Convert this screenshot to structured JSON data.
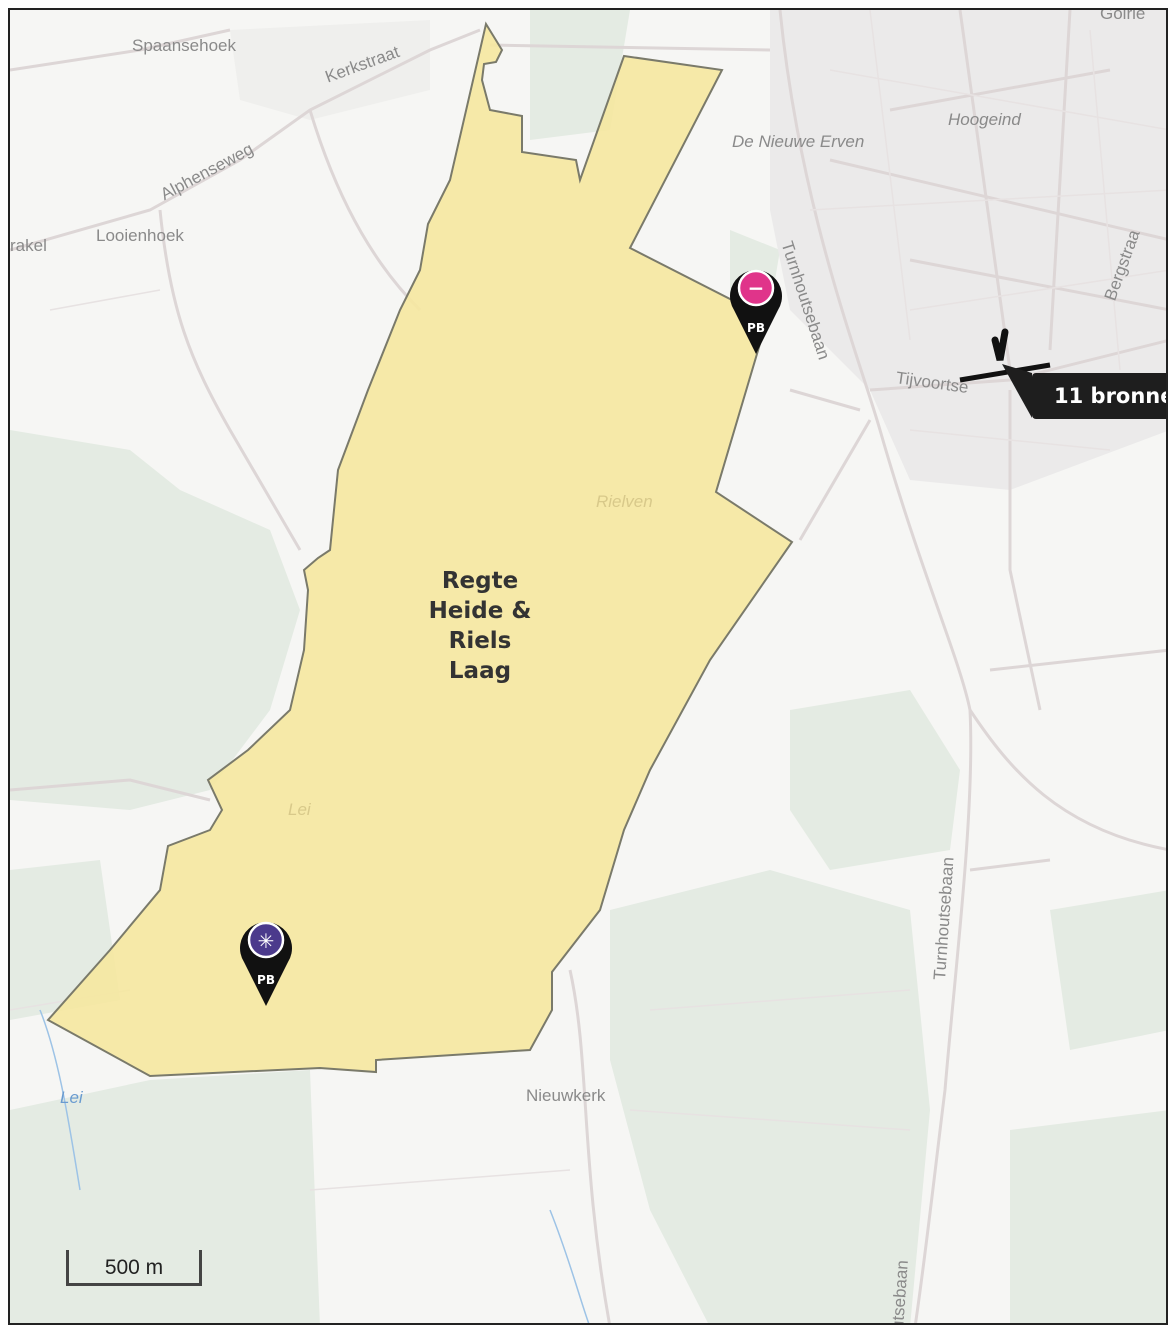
{
  "map": {
    "area_name_lines": [
      "Regte",
      "Heide &",
      "Riels",
      "Laag"
    ],
    "area_fill_color": "#f5e7a1",
    "area_stroke_color": "#7a7a6a",
    "labels": {
      "spaansehoek": "Spaansehoek",
      "kerkstraat": "Kerkstraat",
      "alphenseweg": "Alphenseweg",
      "rakel": "rakel",
      "looienhoek": "Looienhoek",
      "goirle": "Goirle",
      "hoogeind": "Hoogeind",
      "de_nieuwe_erven": "De Nieuwe Erven",
      "turnhoutsebaan_north": "Turnhoutsebaan",
      "bergstraat": "Bergstraa",
      "tijvoort": "Tijvoortse",
      "rielven": "Rielven",
      "lei_inner": "Lei",
      "lei_water": "Lei",
      "nieuwkerk": "Nieuwkerk",
      "turnhoutsebaan_south": "Turnhoutsebaan",
      "turnhoutsebaan_bottom": "utsebaan"
    },
    "markers": [
      {
        "name": "pb-marker-pink",
        "label": "PB",
        "symbol": "−",
        "color": "#e0348a"
      },
      {
        "name": "pb-marker-purple",
        "label": "PB",
        "symbol": "✳",
        "color": "#4b3a8c"
      }
    ],
    "cluster_callout": "11 bronne",
    "scale_bar_label": "500 m"
  }
}
